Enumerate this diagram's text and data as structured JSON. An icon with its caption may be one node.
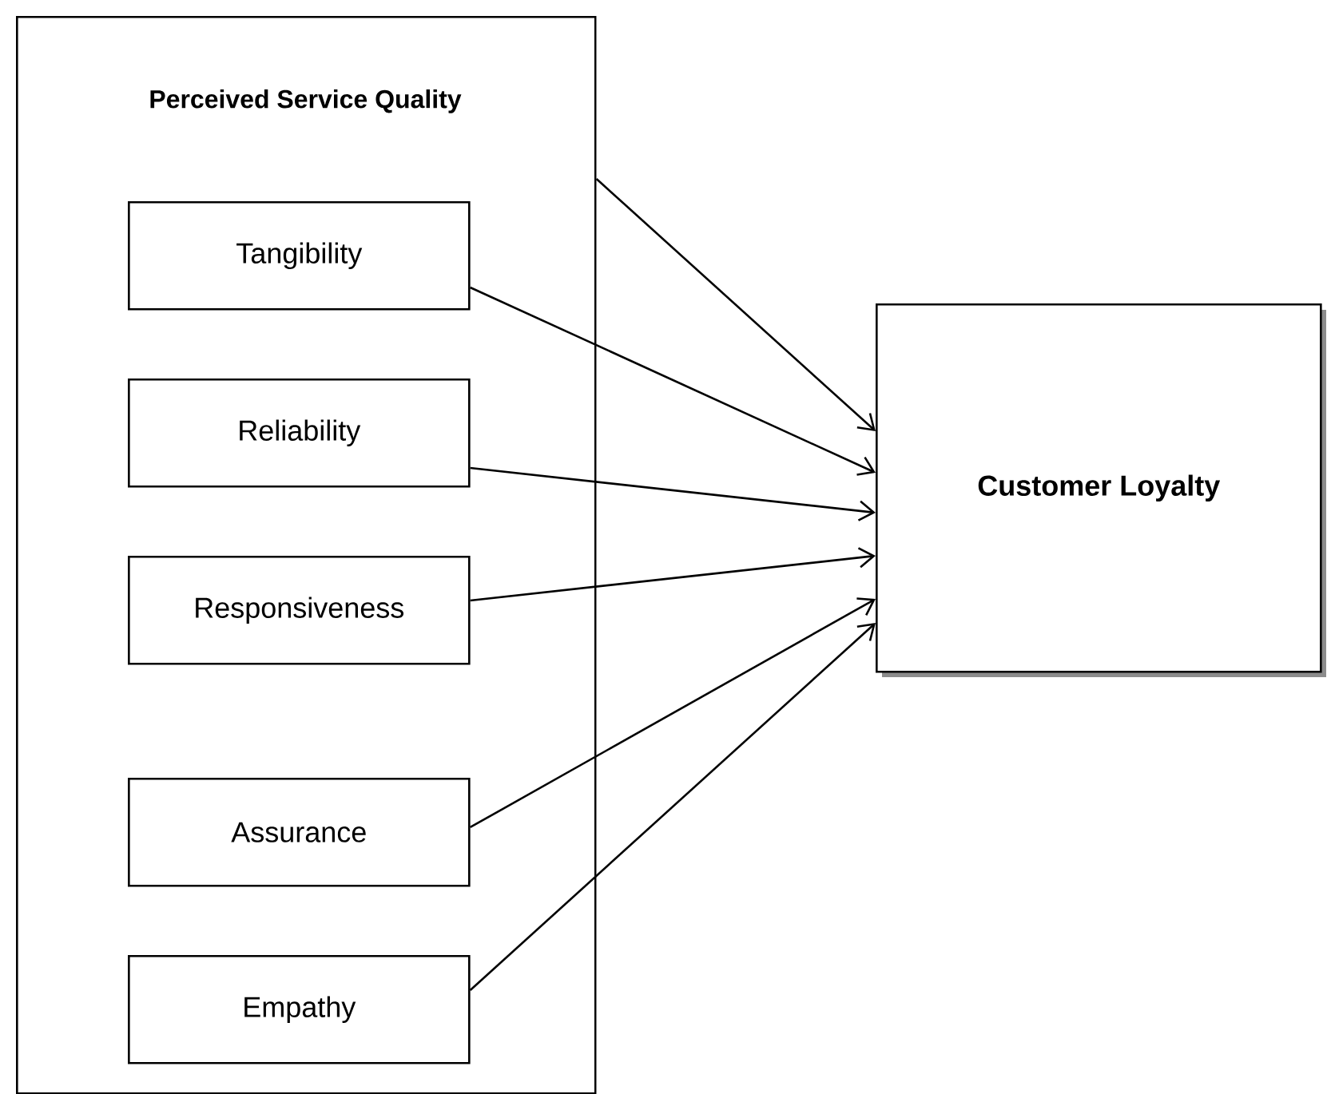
{
  "diagram": {
    "nodes": [
      {
        "text": [
          "Perceived Service Quality"
        ]
      },
      {
        "text": [
          "Tangibility"
        ],
        "in": 0
      },
      {
        "text": [
          "Reliability"
        ],
        "in": 0
      },
      {
        "text": [
          "Responsiveness"
        ],
        "in": 0
      },
      {
        "text": [
          "Assurance"
        ],
        "in": 0
      },
      {
        "text": [
          "Empathy"
        ],
        "in": 0
      },
      {
        "text": [
          "Customer Loyalty"
        ]
      }
    ],
    "edges": [
      {
        "from": 0,
        "to": 6,
        "arrow": "to"
      },
      {
        "from": 1,
        "to": 6,
        "arrow": "to"
      },
      {
        "from": 2,
        "to": 6,
        "arrow": "to"
      },
      {
        "from": 3,
        "to": 6,
        "arrow": "to"
      },
      {
        "from": 4,
        "to": 6,
        "arrow": "to"
      },
      {
        "from": 5,
        "to": 6,
        "arrow": "to"
      }
    ]
  }
}
